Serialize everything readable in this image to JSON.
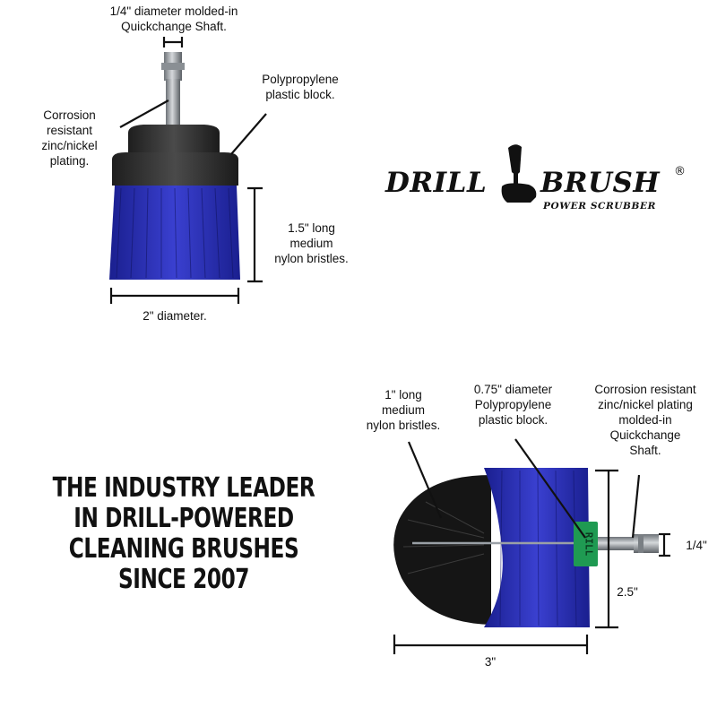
{
  "logo": {
    "word_left": "DRILL",
    "word_right": "BRUSH",
    "registered": "®",
    "subtitle": "POWER SCRUBBER"
  },
  "tagline": {
    "lines": [
      "THE INDUSTRY LEADER",
      "IN DRILL-POWERED",
      "CLEANING BRUSHES",
      "SINCE 2007"
    ]
  },
  "flat_brush": {
    "shaft_label": [
      "1/4\" diameter molded-in",
      "Quickchange Shaft."
    ],
    "plating_label": [
      "Corrosion",
      "resistant",
      "zinc/nickel",
      "plating."
    ],
    "block_label": [
      "Polypropylene",
      "plastic block."
    ],
    "bristle_label": [
      "1.5\" long",
      "medium",
      "nylon bristles."
    ],
    "diameter_label": "2\" diameter."
  },
  "round_brush": {
    "bristle_label": [
      "1\" long",
      "medium",
      "nylon bristles."
    ],
    "block_label": [
      "0.75\" diameter",
      "Polypropylene",
      "plastic block."
    ],
    "shaft_label": [
      "Corrosion resistant",
      "zinc/nickel plating",
      "molded-in",
      "Quickchange",
      "Shaft."
    ],
    "shaft_dim": "1/4\"",
    "height_dim": "2.5\"",
    "width_dim": "3\"",
    "block_text": "RILL"
  },
  "colors": {
    "bristle_blue": "#2a2fb8",
    "bristle_black": "#151515",
    "block_dark": "#2b2b2b",
    "block_green": "#1f9a52",
    "steel": "#9aa0a6"
  }
}
